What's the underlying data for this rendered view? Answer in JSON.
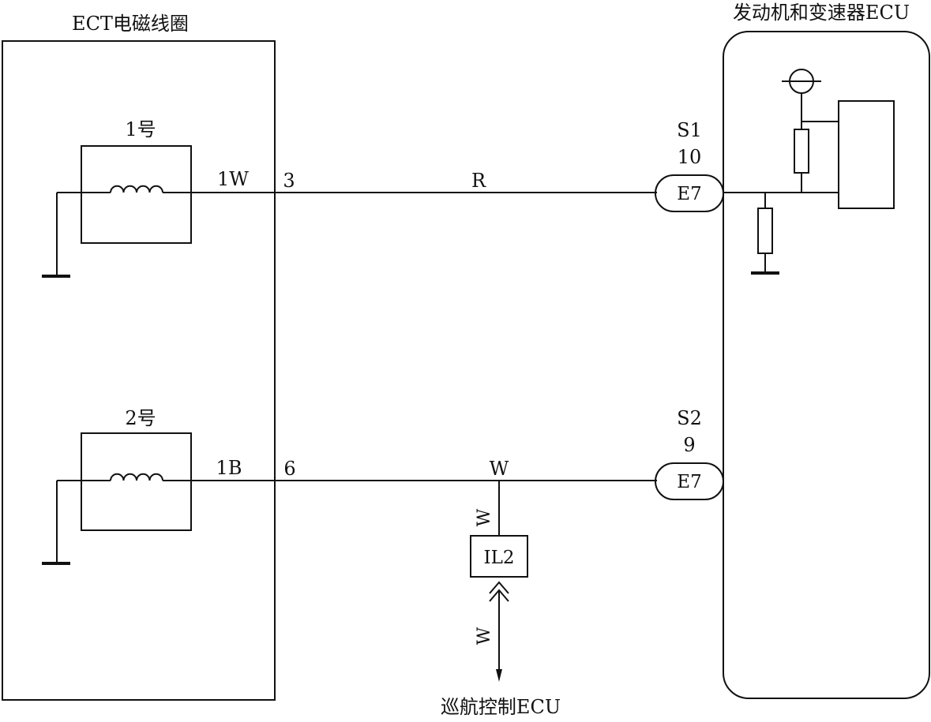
{
  "left_block": {
    "title": "ECT电磁线圈"
  },
  "right_block": {
    "title": "发动机和变速器ECU"
  },
  "solenoid_1": {
    "label": "1号",
    "pin_left": "1W",
    "pin_right": "3",
    "wire_color": "R",
    "terminal_name": "S1",
    "terminal_pin": "10",
    "connector": "E7"
  },
  "solenoid_2": {
    "label": "2号",
    "pin_left": "1B",
    "pin_right": "6",
    "wire_color": "W",
    "terminal_name": "S2",
    "terminal_pin": "9",
    "connector": "E7"
  },
  "branch": {
    "wire_upper": "W",
    "connector": "IL2",
    "wire_lower": "W",
    "destination": "巡航控制ECU"
  }
}
